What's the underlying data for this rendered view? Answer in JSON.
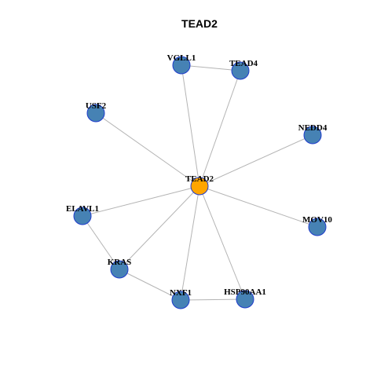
{
  "title": "TEAD2",
  "colors": {
    "hub_fill": "#FFA500",
    "node_fill": "#4682B4",
    "node_stroke": "#1F3CCC",
    "edge": "#B4B4B4"
  },
  "nodes": [
    {
      "id": "TEAD2",
      "label": "TEAD2",
      "hub": true
    },
    {
      "id": "VGLL1",
      "label": "VGLL1"
    },
    {
      "id": "TEAD4",
      "label": "TEAD4"
    },
    {
      "id": "USF2",
      "label": "USF2"
    },
    {
      "id": "NEDD4",
      "label": "NEDD4"
    },
    {
      "id": "ELAVL1",
      "label": "ELAVL1"
    },
    {
      "id": "MOV10",
      "label": "MOV10"
    },
    {
      "id": "KRAS",
      "label": "KRAS"
    },
    {
      "id": "NXF1",
      "label": "NXF1"
    },
    {
      "id": "HSP90AA1",
      "label": "HSP90AA1"
    }
  ],
  "edges": [
    [
      "TEAD2",
      "VGLL1"
    ],
    [
      "TEAD2",
      "TEAD4"
    ],
    [
      "TEAD2",
      "USF2"
    ],
    [
      "TEAD2",
      "NEDD4"
    ],
    [
      "TEAD2",
      "ELAVL1"
    ],
    [
      "TEAD2",
      "MOV10"
    ],
    [
      "TEAD2",
      "KRAS"
    ],
    [
      "TEAD2",
      "NXF1"
    ],
    [
      "TEAD2",
      "HSP90AA1"
    ],
    [
      "VGLL1",
      "TEAD4"
    ],
    [
      "ELAVL1",
      "KRAS"
    ],
    [
      "KRAS",
      "NXF1"
    ],
    [
      "NXF1",
      "HSP90AA1"
    ]
  ]
}
